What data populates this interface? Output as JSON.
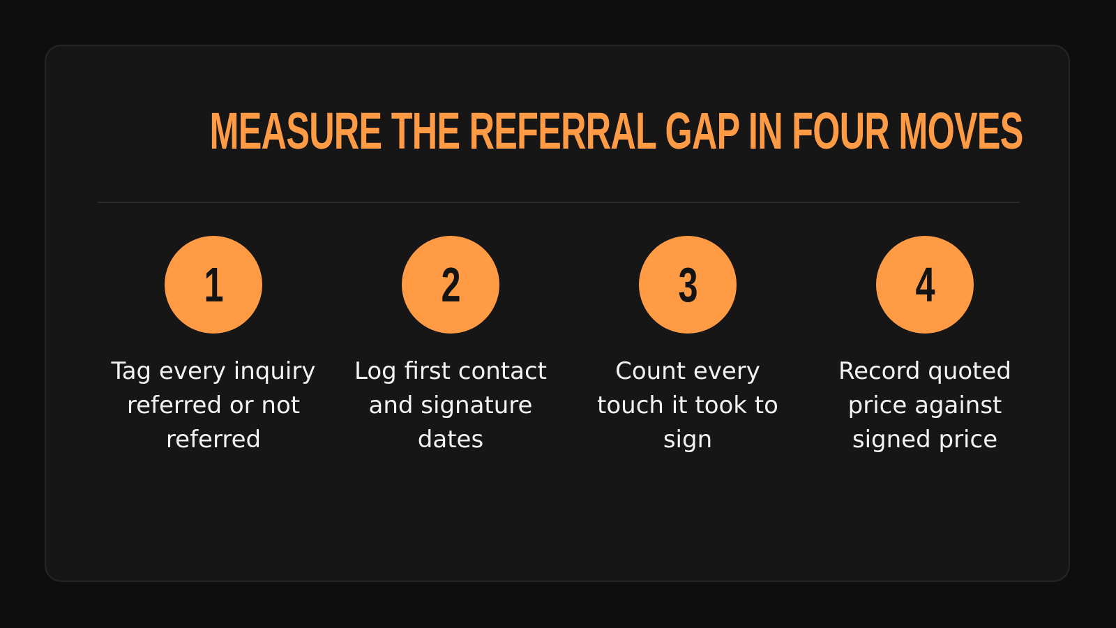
{
  "title": "Measure the referral gap in four moves",
  "colors": {
    "accent": "#ff9a45",
    "background": "#0e0e0e",
    "card": "#161616",
    "text": "#f2f2f2"
  },
  "steps": [
    {
      "number": "1",
      "text": "Tag every inquiry referred or not referred"
    },
    {
      "number": "2",
      "text": "Log first contact and signature dates"
    },
    {
      "number": "3",
      "text": "Count every touch it took to sign"
    },
    {
      "number": "4",
      "text": "Record quoted price against signed price"
    }
  ]
}
